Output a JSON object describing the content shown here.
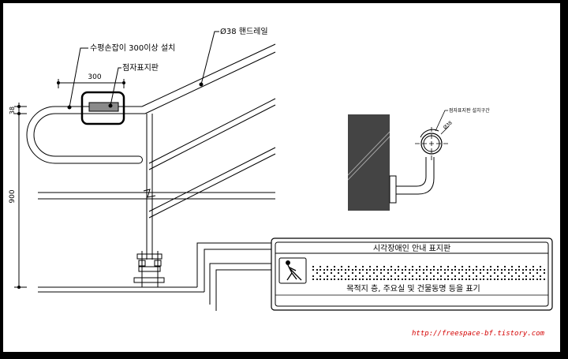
{
  "drawing": {
    "labels": {
      "horizontal_grip": "수평손잡이 300이상 설치",
      "braille_plate": "점자표지판",
      "handrail": "Ø38 핸드레일",
      "dim_300": "300",
      "dim_38": "38",
      "dim_900": "900",
      "detail_plate_area": "점자표지판 설치구간",
      "detail_dia": "Ø38"
    },
    "sign": {
      "title": "시각장애인 안내 표지판",
      "subtitle": "목적지 층, 주요실 및 건물동명 등을 표기",
      "icon": "visually-impaired-person-icon"
    },
    "source_url": "http://freespace-bf.tistory.com",
    "colors": {
      "url": "#d40000",
      "wall_hatch": "#444444"
    }
  }
}
